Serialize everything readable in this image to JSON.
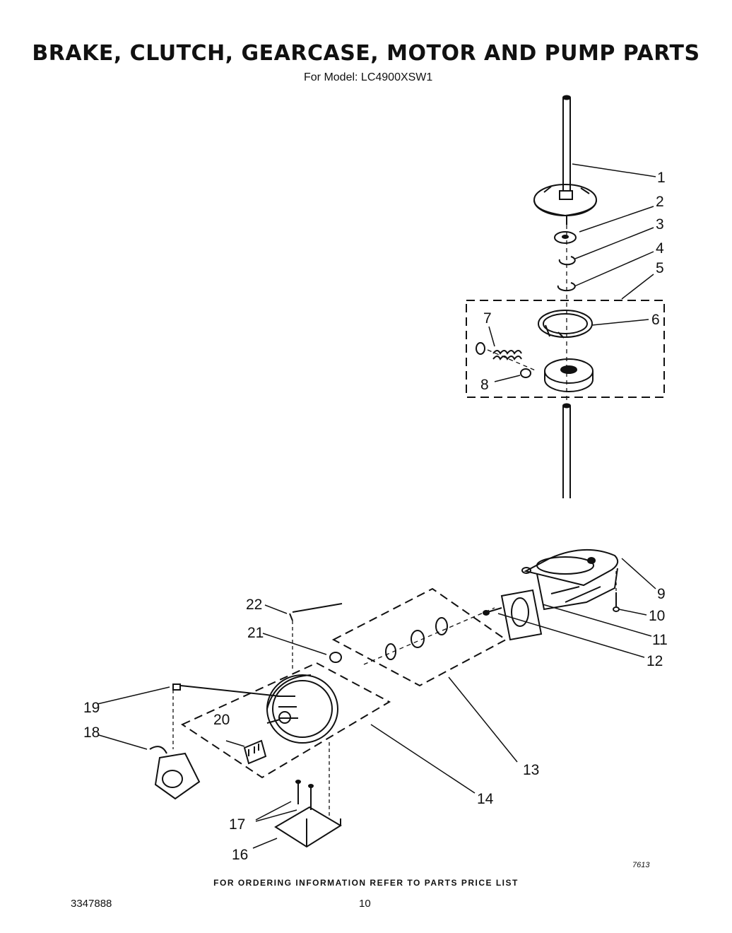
{
  "title": "BRAKE, CLUTCH, GEARCASE, MOTOR AND PUMP PARTS",
  "subtitle": "For Model: LC4900XSW1",
  "footer_note": "FOR ORDERING INFORMATION REFER TO PARTS PRICE LIST",
  "doc_number": "3347888",
  "page_number": "10",
  "diagram_code": "7613",
  "callouts": [
    "1",
    "2",
    "3",
    "4",
    "5",
    "6",
    "7",
    "8",
    "9",
    "10",
    "11",
    "12",
    "13",
    "14",
    "16",
    "17",
    "18",
    "19",
    "20",
    "21",
    "22"
  ]
}
